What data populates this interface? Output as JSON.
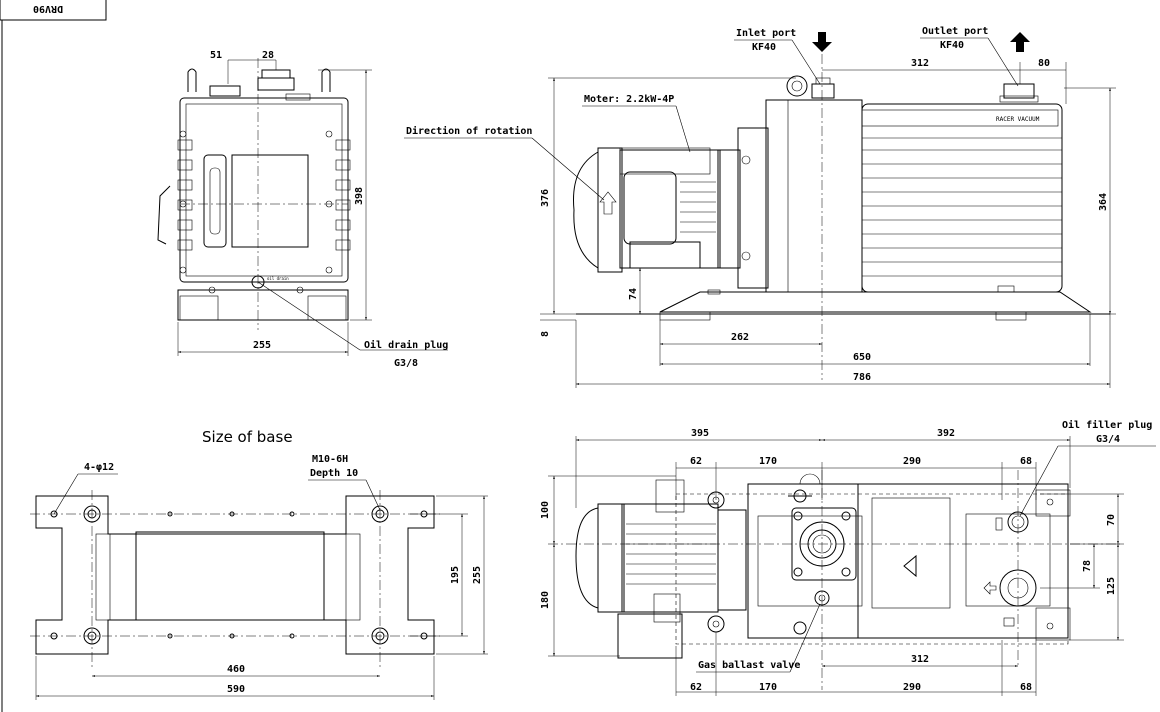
{
  "model": "DRV90",
  "base_title": "Size of base",
  "labels": {
    "inlet_port": "Inlet port",
    "inlet_spec": "KF40",
    "outlet_port": "Outlet port",
    "outlet_spec": "KF40",
    "motor": "Moter: 2.2kW-4P",
    "rotation": "Direction of rotation",
    "oil_drain": "Oil drain plug",
    "oil_drain_spec": "G3/8",
    "gas_ballast": "Gas ballast valve",
    "oil_filler": "Oil filler plug",
    "oil_filler_spec": "G3/4",
    "holes": "4-φ12",
    "thread": "M10-6H",
    "depth": "Depth 10",
    "brand": "RACER VACUUM",
    "drain_tag": "oil drain"
  },
  "dims": {
    "front_51": "51",
    "front_28": "28",
    "front_398": "398",
    "front_255": "255",
    "side_312": "312",
    "side_80": "80",
    "side_376": "376",
    "side_364": "364",
    "side_74": "74",
    "side_8": "8",
    "side_262": "262",
    "side_650": "650",
    "side_786": "786",
    "base_460": "460",
    "base_590": "590",
    "base_195": "195",
    "base_255": "255",
    "top_395": "395",
    "top_392": "392",
    "top_62": "62",
    "top_170": "170",
    "top_290": "290",
    "top_68": "68",
    "top_100": "100",
    "top_180": "180",
    "top_70": "70",
    "top_78": "78",
    "top_125": "125",
    "top_312": "312",
    "bot_62": "62",
    "bot_170": "170",
    "bot_290": "290",
    "bot_68": "68"
  }
}
